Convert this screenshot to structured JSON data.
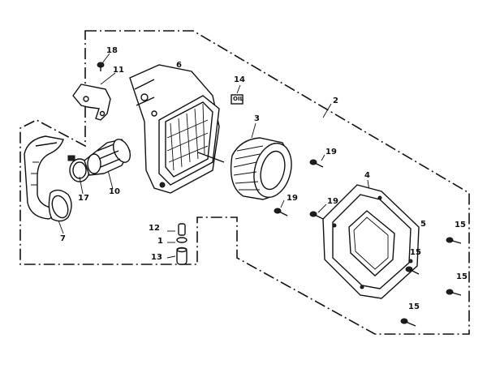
{
  "diagram": {
    "part_numbers": {
      "p1": "1",
      "p2": "2",
      "p3": "3",
      "p4": "4",
      "p5": "5",
      "p6": "6",
      "p7": "7",
      "p10": "10",
      "p11": "11",
      "p12": "12",
      "p13": "13",
      "p14": "14",
      "p15a": "15",
      "p15b": "15",
      "p15c": "15",
      "p15d": "15",
      "p17": "17",
      "p18": "18",
      "p19a": "19",
      "p19b": "19",
      "p19c": "19"
    },
    "symbol_text": "OIL"
  }
}
